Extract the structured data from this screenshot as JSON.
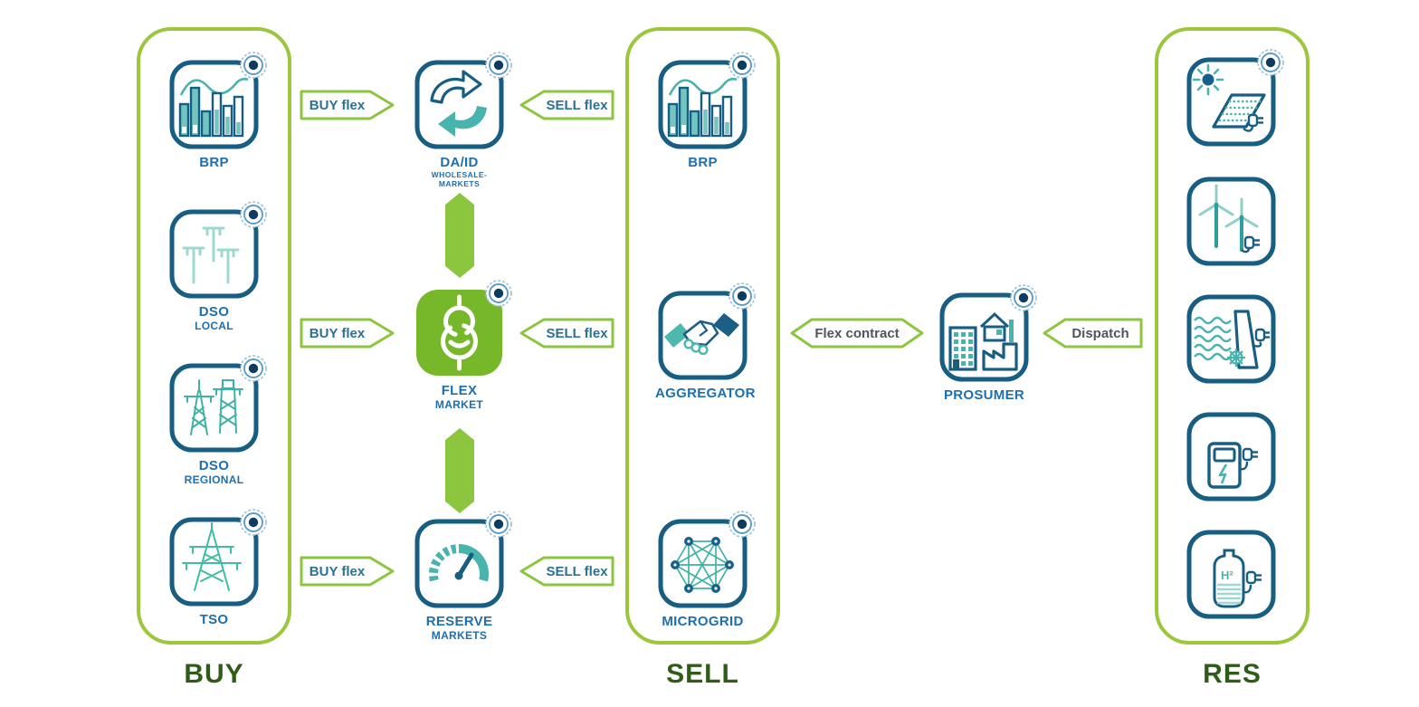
{
  "buy": {
    "title": "BUY",
    "items": [
      {
        "label": "BRP"
      },
      {
        "label": "DSO",
        "sublabel": "LOCAL"
      },
      {
        "label": "DSO",
        "sublabel": "REGIONAL"
      },
      {
        "label": "TSO"
      }
    ]
  },
  "market": {
    "items": [
      {
        "label": "DA/ID",
        "sublabel": "WHOLESALE-MARKETS"
      },
      {
        "label": "FLEX",
        "sublabel": "MARKET"
      },
      {
        "label": "RESERVE",
        "sublabel": "MARKETS"
      }
    ]
  },
  "sell": {
    "title": "SELL",
    "items": [
      {
        "label": "BRP"
      },
      {
        "label": "AGGREGATOR"
      },
      {
        "label": "MICROGRID"
      }
    ]
  },
  "prosumer": {
    "label": "PROSUMER"
  },
  "res": {
    "title": "RES",
    "hydrogen_text": "H²"
  },
  "arrows": {
    "buy_flex": "BUY flex",
    "sell_flex": "SELL flex",
    "flex_contract": "Flex contract",
    "dispatch": "Dispatch"
  },
  "icons": {
    "brp": "bar-chart",
    "dso_local": "utility-poles",
    "dso_regional": "transmission-towers",
    "tso": "transmission-tower",
    "da_id": "swap-arrows",
    "flex_market": "flex-rings",
    "reserve": "gauge",
    "aggregator": "handshake",
    "microgrid": "network-mesh",
    "prosumer": "buildings",
    "res_solar": "solar-panel",
    "res_wind": "wind-turbines",
    "res_hydro": "hydro-dam",
    "res_ev": "ev-charger",
    "res_h2": "hydrogen-tank",
    "badge": "target-marker"
  },
  "colors": {
    "column_green": "#9cc63c",
    "arrow_green": "#8cc63f",
    "icon_border_blue": "#175e82",
    "teal": "#49b3ae",
    "label_blue": "#1d6fae",
    "flex_fill_green": "#76b82a",
    "title_green": "#2f5c18"
  }
}
